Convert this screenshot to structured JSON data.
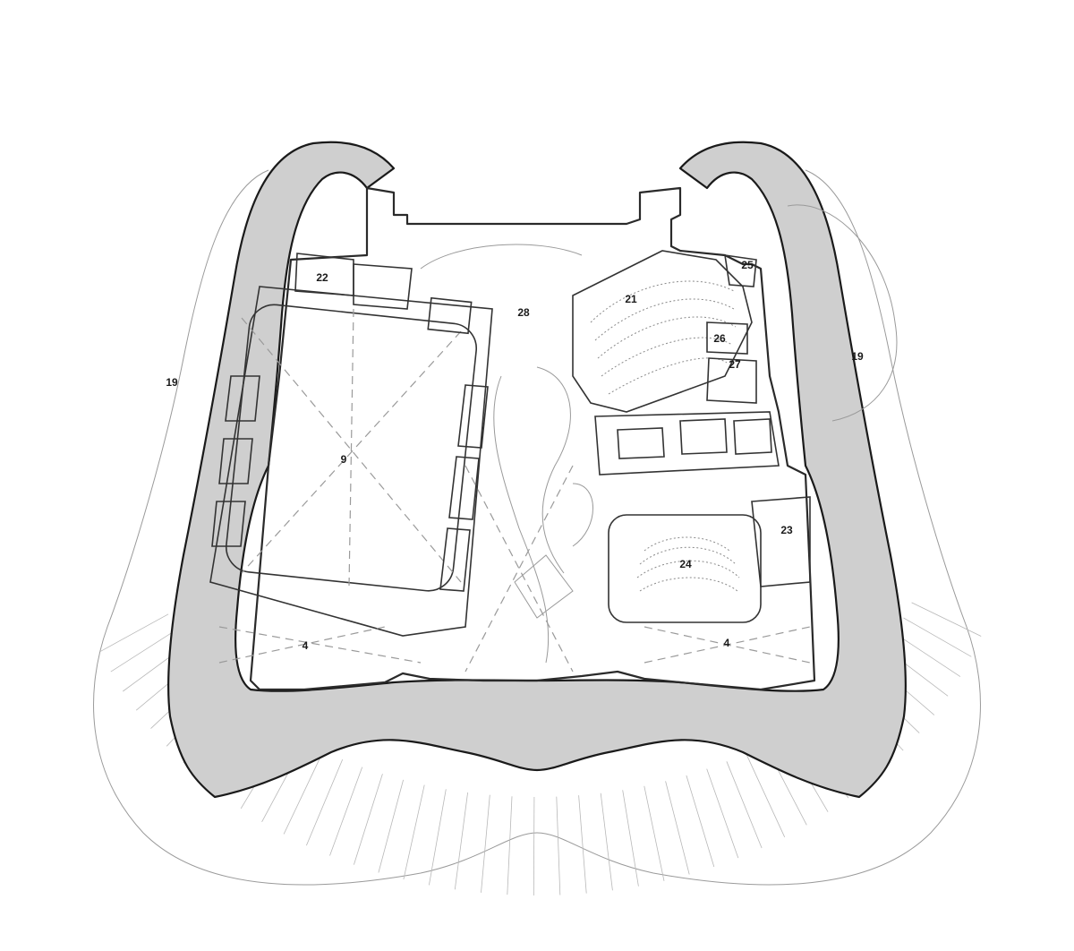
{
  "labels": [
    {
      "id": "22",
      "text": "22"
    },
    {
      "id": "28",
      "text": "28"
    },
    {
      "id": "21",
      "text": "21"
    },
    {
      "id": "25",
      "text": "25"
    },
    {
      "id": "26",
      "text": "26"
    },
    {
      "id": "27",
      "text": "27"
    },
    {
      "id": "19-left",
      "text": "19"
    },
    {
      "id": "19-right",
      "text": "19"
    },
    {
      "id": "9",
      "text": "9"
    },
    {
      "id": "23",
      "text": "23"
    },
    {
      "id": "24",
      "text": "24"
    },
    {
      "id": "4-left",
      "text": "4"
    },
    {
      "id": "4-right",
      "text": "4"
    }
  ],
  "colors": {
    "thick_wall_fill": "#cfcfcf",
    "line": "#1a1a1a",
    "background": "#ffffff"
  }
}
